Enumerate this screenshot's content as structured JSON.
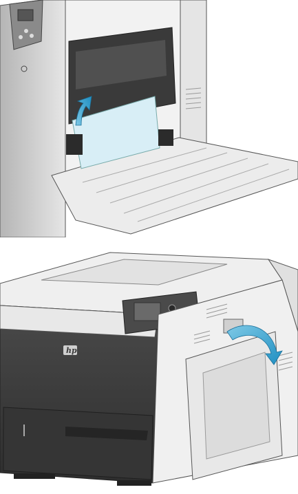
{
  "illustrations": [
    {
      "id": "jam-removal",
      "subject": "open-right-door-with-jammed-paper",
      "arrow_color": "#2a98c8"
    },
    {
      "id": "door-close",
      "subject": "printer-closing-right-door",
      "arrow_color": "#2a98c8"
    }
  ],
  "logo": {
    "text": "hp"
  },
  "colors": {
    "printer_light": "#e9e9e9",
    "printer_mid": "#c8c8c8",
    "printer_dark": "#3b3b3b",
    "outline": "#555555",
    "paper": "#d8eef6",
    "arrow": "#2a98c8"
  }
}
